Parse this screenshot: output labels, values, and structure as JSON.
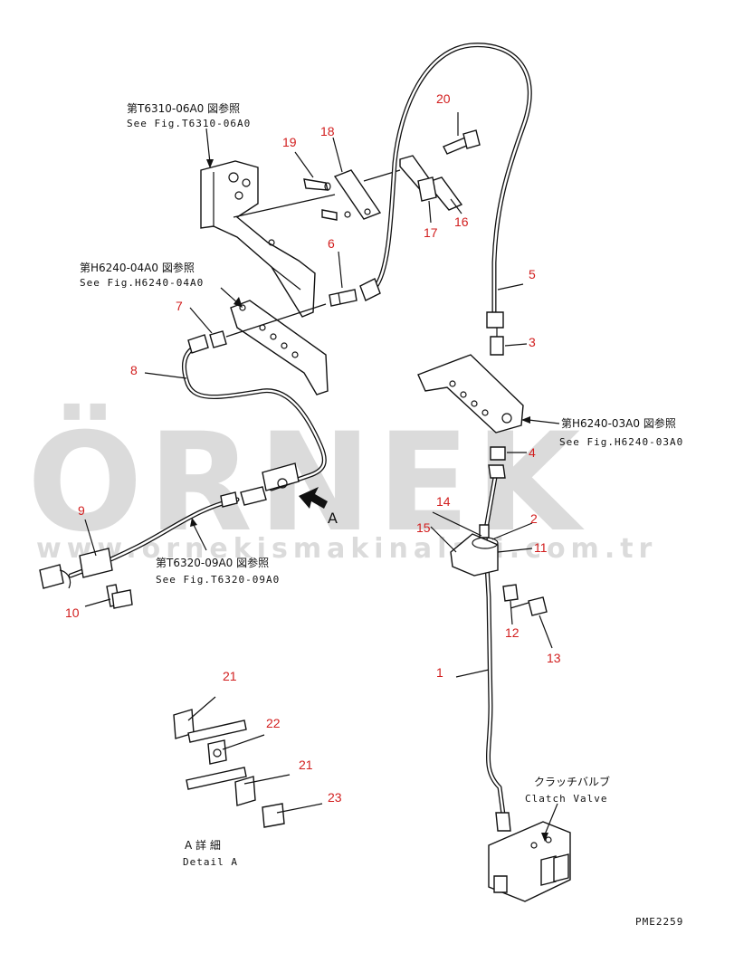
{
  "references": {
    "t6310_jp": "第T6310-06A0 図参照",
    "t6310_en": "See Fig.T6310-06A0",
    "h6240_04_jp": "第H6240-04A0 図参照",
    "h6240_04_en": "See Fig.H6240-04A0",
    "h6240_03_jp": "第H6240-03A0 図参照",
    "h6240_03_en": "See Fig.H6240-03A0",
    "t6320_jp": "第T6320-09A0 図参照",
    "t6320_en": "See Fig.T6320-09A0"
  },
  "labels": {
    "clutch_valve_jp": "クラッチバルブ",
    "clutch_valve_en": "Clatch Valve",
    "detail_jp": "A 詳 細",
    "detail_en": "Detail A",
    "view_arrow": "A",
    "drawing_code": "PME2259"
  },
  "part_numbers": {
    "p1": "1",
    "p2": "2",
    "p3": "3",
    "p4": "4",
    "p5": "5",
    "p6": "6",
    "p7": "7",
    "p8": "8",
    "p9": "9",
    "p10": "10",
    "p11": "11",
    "p12": "12",
    "p13": "13",
    "p14": "14",
    "p15": "15",
    "p16": "16",
    "p17": "17",
    "p18": "18",
    "p19": "19",
    "p20": "20",
    "p21a": "21",
    "p21b": "21",
    "p22": "22",
    "p23": "23"
  },
  "watermark": {
    "brand": "ÖRNEK",
    "url": "www.ornekismakinalari.com.tr"
  },
  "colors": {
    "part_number": "#d21e1e",
    "line_art": "#111111",
    "watermark": "#bfbfbf",
    "watermark_accent": "#e8d27a"
  }
}
